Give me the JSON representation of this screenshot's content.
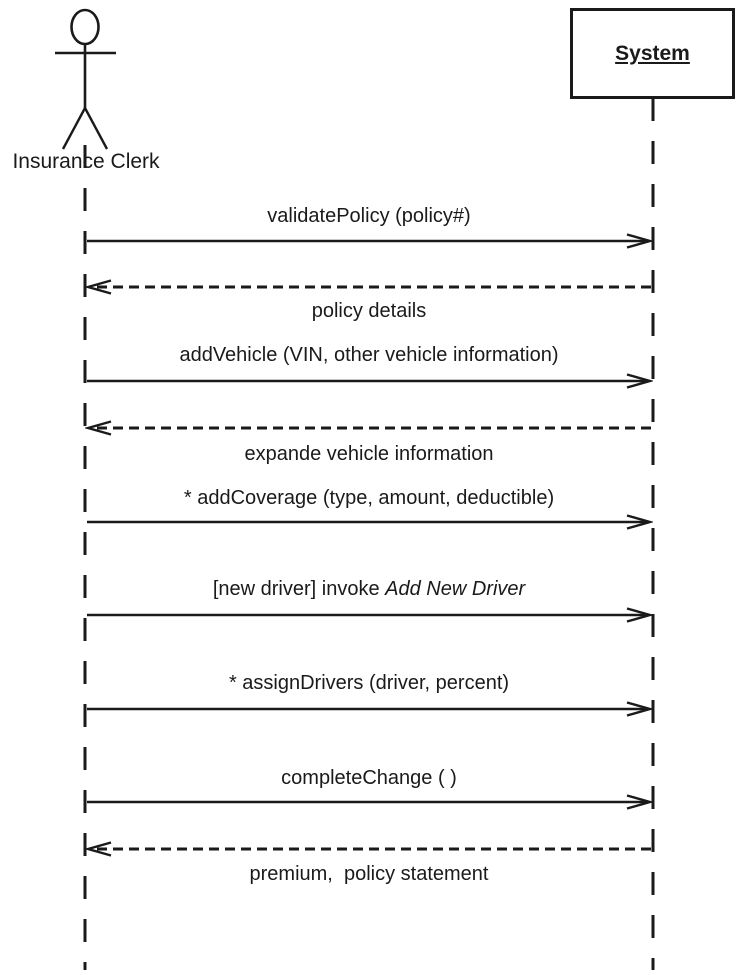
{
  "diagram": {
    "type": "uml-sequence-diagram",
    "actor": {
      "label": "Insurance Clerk"
    },
    "system": {
      "label": "System"
    },
    "messages": [
      {
        "label": "validatePolicy (policy#)",
        "type": "solid-call",
        "direction": "right"
      },
      {
        "label": "policy details",
        "type": "dashed-return",
        "direction": "left"
      },
      {
        "label": "addVehicle (VIN, other vehicle information)",
        "type": "solid-call",
        "direction": "right"
      },
      {
        "label": "expande vehicle information",
        "type": "dashed-return",
        "direction": "left"
      },
      {
        "label": "* addCoverage (type, amount, deductible)",
        "type": "solid-call",
        "direction": "right"
      },
      {
        "label": "[new driver] invoke ",
        "label_italic": "Add New Driver",
        "type": "solid-call",
        "direction": "right"
      },
      {
        "label": "* assignDrivers (driver, percent)",
        "type": "solid-call",
        "direction": "right"
      },
      {
        "label": "completeChange ( )",
        "type": "solid-call",
        "direction": "right"
      },
      {
        "label": "premium,  policy statement",
        "type": "dashed-return",
        "direction": "left"
      }
    ],
    "colors": {
      "line": "#1a1a1a",
      "text": "#1a1a1a",
      "background": "#ffffff"
    }
  }
}
